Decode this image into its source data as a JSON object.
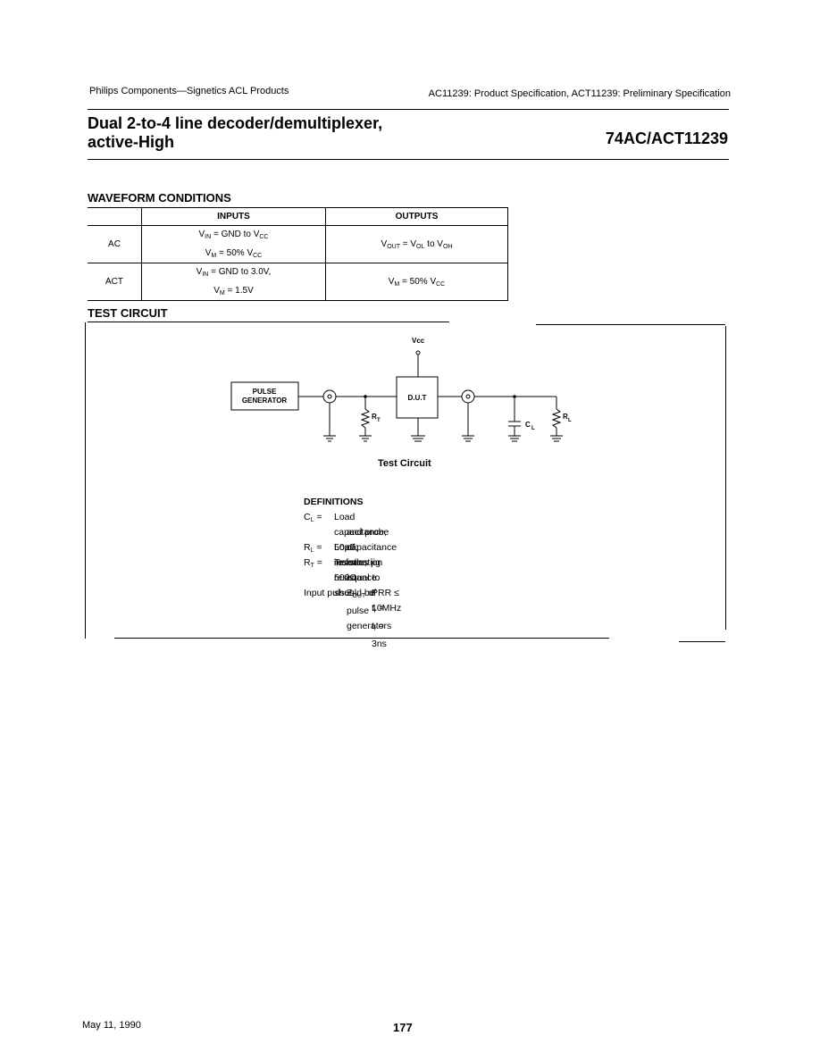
{
  "header": {
    "left": "Philips Components—Signetics ACL Products",
    "right": "AC11239: Product Specification, ACT11239: Preliminary Specification"
  },
  "title": {
    "line1": "Dual 2-to-4 line decoder/demultiplexer,",
    "line2": "active-High",
    "part_number": "74AC/ACT11239"
  },
  "waveform": {
    "heading": "WAVEFORM CONDITIONS",
    "col_inputs": "INPUTS",
    "col_outputs": "OUTPUTS",
    "rows": [
      {
        "label": "AC",
        "vin": "GND to V",
        "vin_sub": "CC",
        "vm": "50% V",
        "vm_sub": "CC"
      },
      {
        "label": "ACT",
        "vin": "GND to 3.0V",
        "vm": "1.5V"
      }
    ],
    "out_vout": "V",
    "out_vout_sub": "OUT",
    "out_vout_eq": " = V",
    "out_vol_sub": "OL",
    "out_to": " to V",
    "out_voh_sub": "OH",
    "out_vm": "V",
    "out_vm_sub": "M",
    "out_vm_eq": " = 50% V",
    "out_vcc_sub": "CC"
  },
  "test_circuit": {
    "heading": "TEST CIRCUIT",
    "vcc": "Vcc",
    "pulse_gen_line1": "PULSE",
    "pulse_gen_line2": "GENERATOR",
    "dut": "D.U.T",
    "rt": "R",
    "rt_sub": "T",
    "cl": "C",
    "cl_sub": "L",
    "rl": "R",
    "rl_sub": "L",
    "caption": "Test Circuit"
  },
  "definitions": {
    "heading": "DEFINITIONS",
    "cl_key": "C",
    "cl_key_sub": "L",
    "cl_text1": "Load capacitance, 50pF; includes jig",
    "cl_text2": "and probe capacitance",
    "rl_key": "R",
    "rl_key_sub": "L",
    "rl_text": "Load resistor, 500Ω",
    "rt_key": "R",
    "rt_key_sub": "T",
    "rt_text1": "Termination resistance should be",
    "rt_text2a": "equal to Z",
    "rt_text2_sub": "OUT",
    "rt_text2b": " of pulse generators",
    "input_pulses": "Input pulses:",
    "prr": "PRR ≤ 10MHz",
    "rise_fall": "t",
    "rise_sub": "r",
    "eq1": " = t",
    "fall_sub": "f",
    "eq2": " = 3ns"
  },
  "footer": {
    "date": "May 11, 1990",
    "page": "177"
  }
}
